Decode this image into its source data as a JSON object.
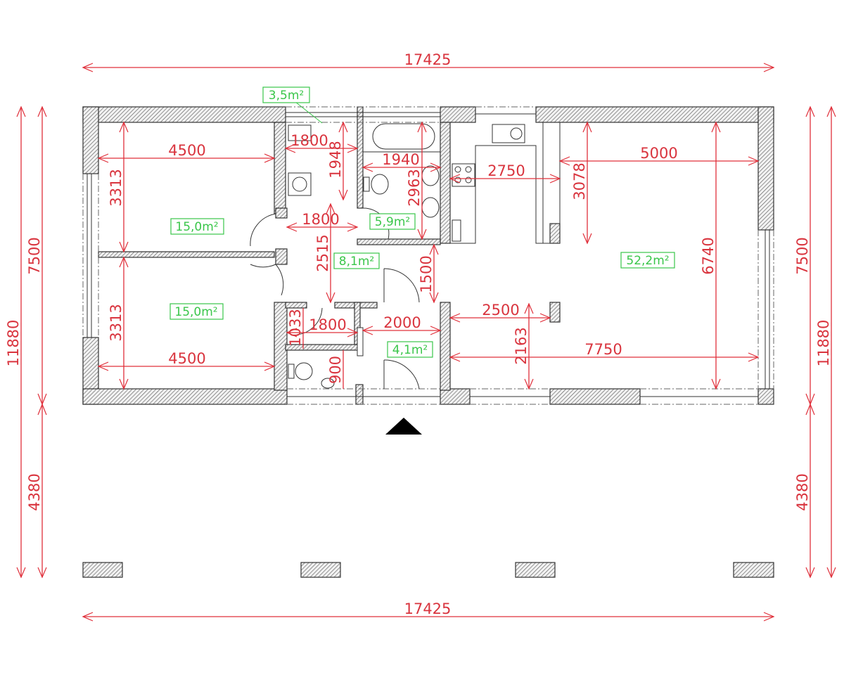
{
  "drawing": {
    "type": "floor plan",
    "overall_width_top": "17425",
    "overall_width_bottom": "17425",
    "left_dims": {
      "total": "11880",
      "house": "7500",
      "terrace": "4380"
    },
    "right_dims": {
      "total": "11880",
      "house": "7500",
      "terrace": "4380"
    }
  },
  "rooms": [
    {
      "id": "bedroom-1",
      "area": "15,0m²",
      "width": "4500",
      "depth": "3313"
    },
    {
      "id": "bedroom-2",
      "area": "15,0m²",
      "width": "4500",
      "depth": "3313"
    },
    {
      "id": "utility",
      "area": "3,5m²",
      "width": "1800",
      "depth": "1948"
    },
    {
      "id": "bathroom",
      "area": "5,9m²",
      "width": "1940",
      "depth": "2963"
    },
    {
      "id": "hall",
      "area": "8,1m²",
      "width": "1800",
      "depth": "2515"
    },
    {
      "id": "entrance",
      "area": "4,1m²",
      "width": "2000",
      "depth": "1500"
    },
    {
      "id": "wc",
      "width": "1800",
      "depth_a": "1033",
      "depth_b": "900"
    },
    {
      "id": "living-kitchen",
      "area": "52,2m²",
      "kitchen_width": "2750",
      "width_a": "5000",
      "depth_a": "3078",
      "width_b": "2500",
      "depth_b": "2163",
      "width_c": "7750",
      "depth_c": "6740"
    }
  ],
  "labels": {
    "a_bed1": "15,0m²",
    "a_bed2": "15,0m²",
    "a_util": "3,5m²",
    "a_bath": "5,9m²",
    "a_hall": "8,1m²",
    "a_entr": "4,1m²",
    "a_living": "52,2m²",
    "d_top": "17425",
    "d_bottom": "17425",
    "d_l_total": "11880",
    "d_l_house": "7500",
    "d_l_terr": "4380",
    "d_r_total": "11880",
    "d_r_house": "7500",
    "d_r_terr": "4380",
    "d_bed1_w": "4500",
    "d_bed1_h": "3313",
    "d_bed2_w": "4500",
    "d_bed2_h": "3313",
    "d_util_w": "1800",
    "d_util_h": "1948",
    "d_bath_w": "1940",
    "d_bath_h": "2963",
    "d_hall_w": "1800",
    "d_hall_h": "2515",
    "d_entr_w": "2000",
    "d_entr_h": "1500",
    "d_wc_w": "1800",
    "d_wc_h1": "1033",
    "d_wc_h2": "900",
    "d_kit_w": "2750",
    "d_liv_w1": "5000",
    "d_liv_h1": "3078",
    "d_liv_w2": "2500",
    "d_liv_h2": "2163",
    "d_liv_w3": "7750",
    "d_liv_h3": "6740"
  },
  "colors": {
    "dimension": "#e0303b",
    "area": "#3ac64a",
    "wall": "#333333"
  }
}
